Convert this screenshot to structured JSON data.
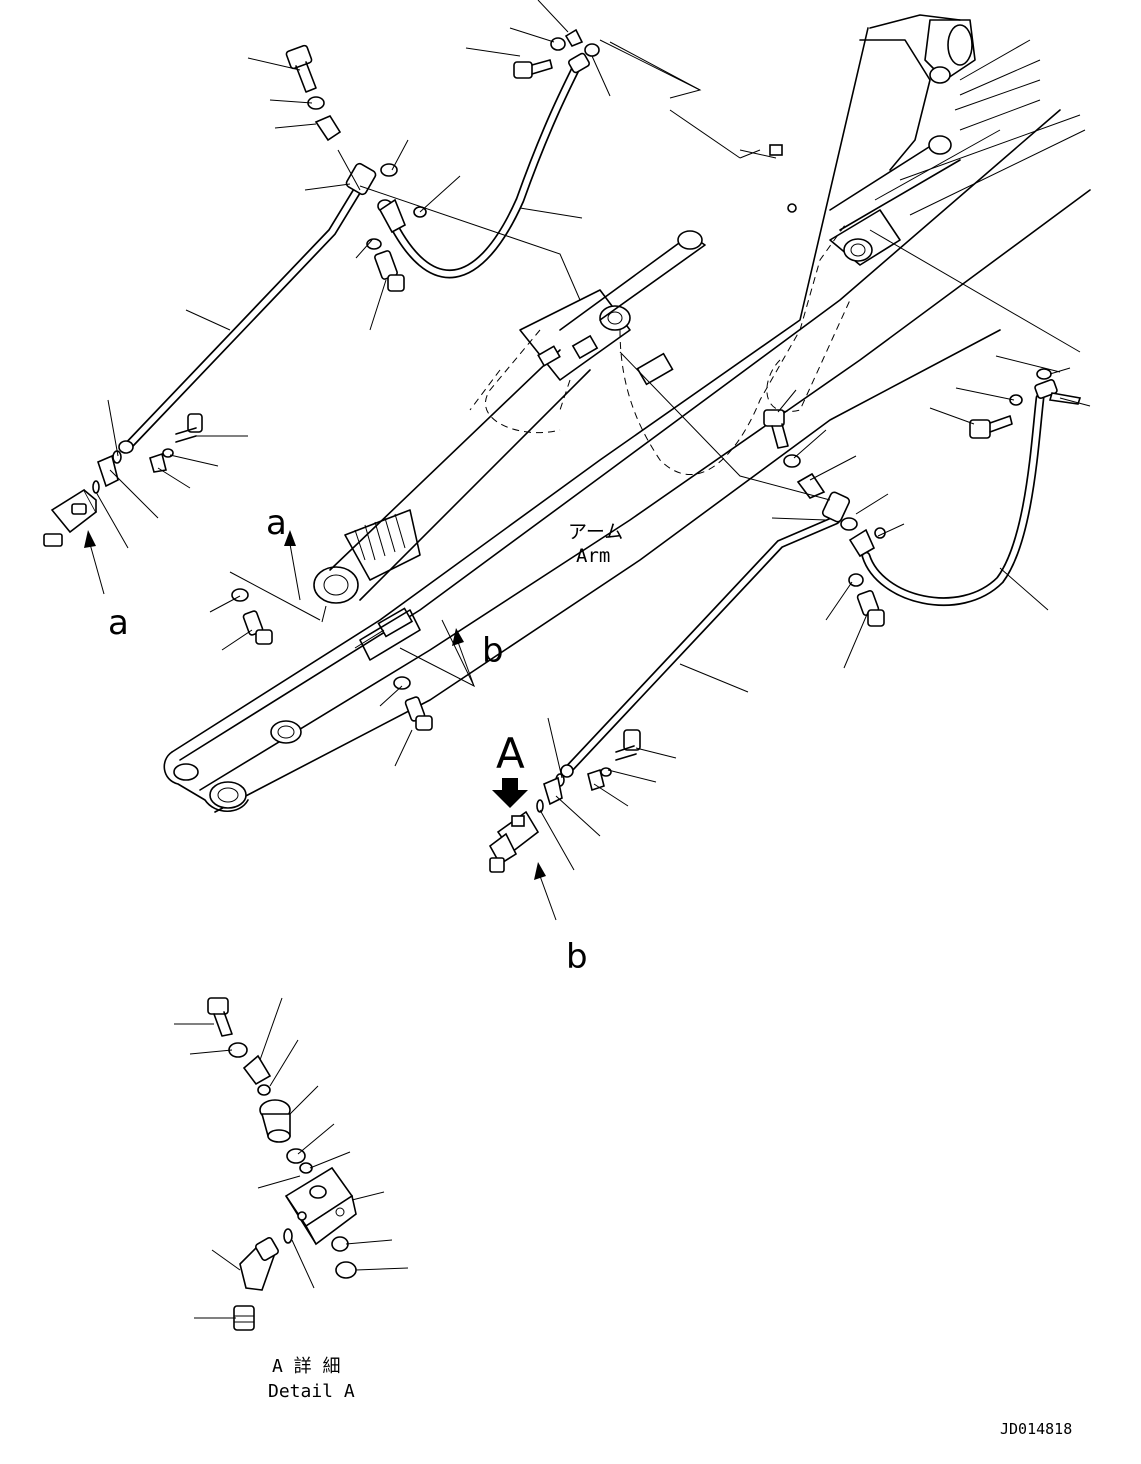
{
  "labels": {
    "arm_jp": "アーム",
    "arm_en": "Arm",
    "ref_a_upper": "a",
    "ref_a_lower": "a",
    "ref_b_upper": "b",
    "ref_b_lower": "b",
    "view_A": "A",
    "detail_jp": "A 詳 細",
    "detail_en": "Detail A",
    "drawing_number": "JD014818"
  }
}
